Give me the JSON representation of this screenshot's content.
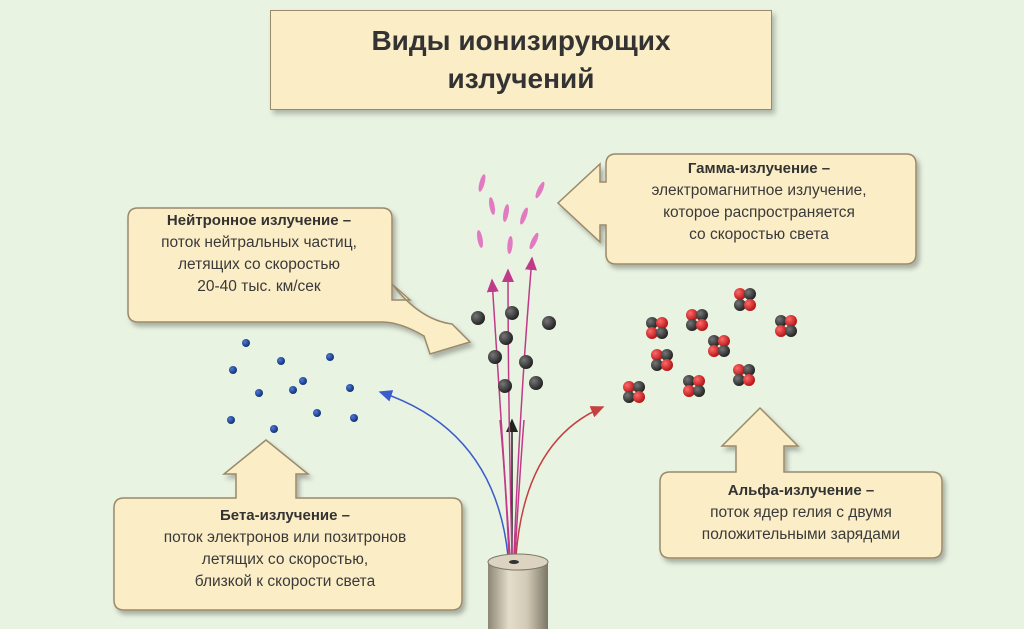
{
  "title": {
    "line1": "Виды ионизирующих",
    "line2": "излучений"
  },
  "callouts": {
    "neutron": {
      "heading": "Нейтронное излучение –",
      "lines": [
        "поток нейтральных частиц,",
        "летящих со скоростью",
        "20-40 тыс. км/сек"
      ]
    },
    "gamma": {
      "heading": "Гамма-излучение –",
      "lines": [
        "электромагнитное излучение,",
        "которое распространяется",
        "со скоростью света"
      ]
    },
    "beta": {
      "heading": "Бета-излучение –",
      "lines": [
        "поток электронов или позитронов",
        "летящих со скоростью,",
        "близкой к скорости света"
      ]
    },
    "alpha": {
      "heading": "Альфа-излучение –",
      "lines": [
        "поток ядер гелия с двумя",
        "положительными зарядами"
      ]
    }
  },
  "colors": {
    "background": "#e9f3e2",
    "callout_fill": "#fbedc6",
    "callout_border": "#9a8a6a",
    "beta_particle": "#1a3f8c",
    "neutron_particle": "#2d2d2d",
    "gamma_particle": "#e27ac2",
    "alpha_red": "#d42020",
    "alpha_dark": "#2a2a2a",
    "beta_trajectory": "#3a5ccc",
    "alpha_trajectory": "#c54040",
    "gamma_trajectory": "#c03a8a",
    "neutron_trajectory": "#222222"
  }
}
